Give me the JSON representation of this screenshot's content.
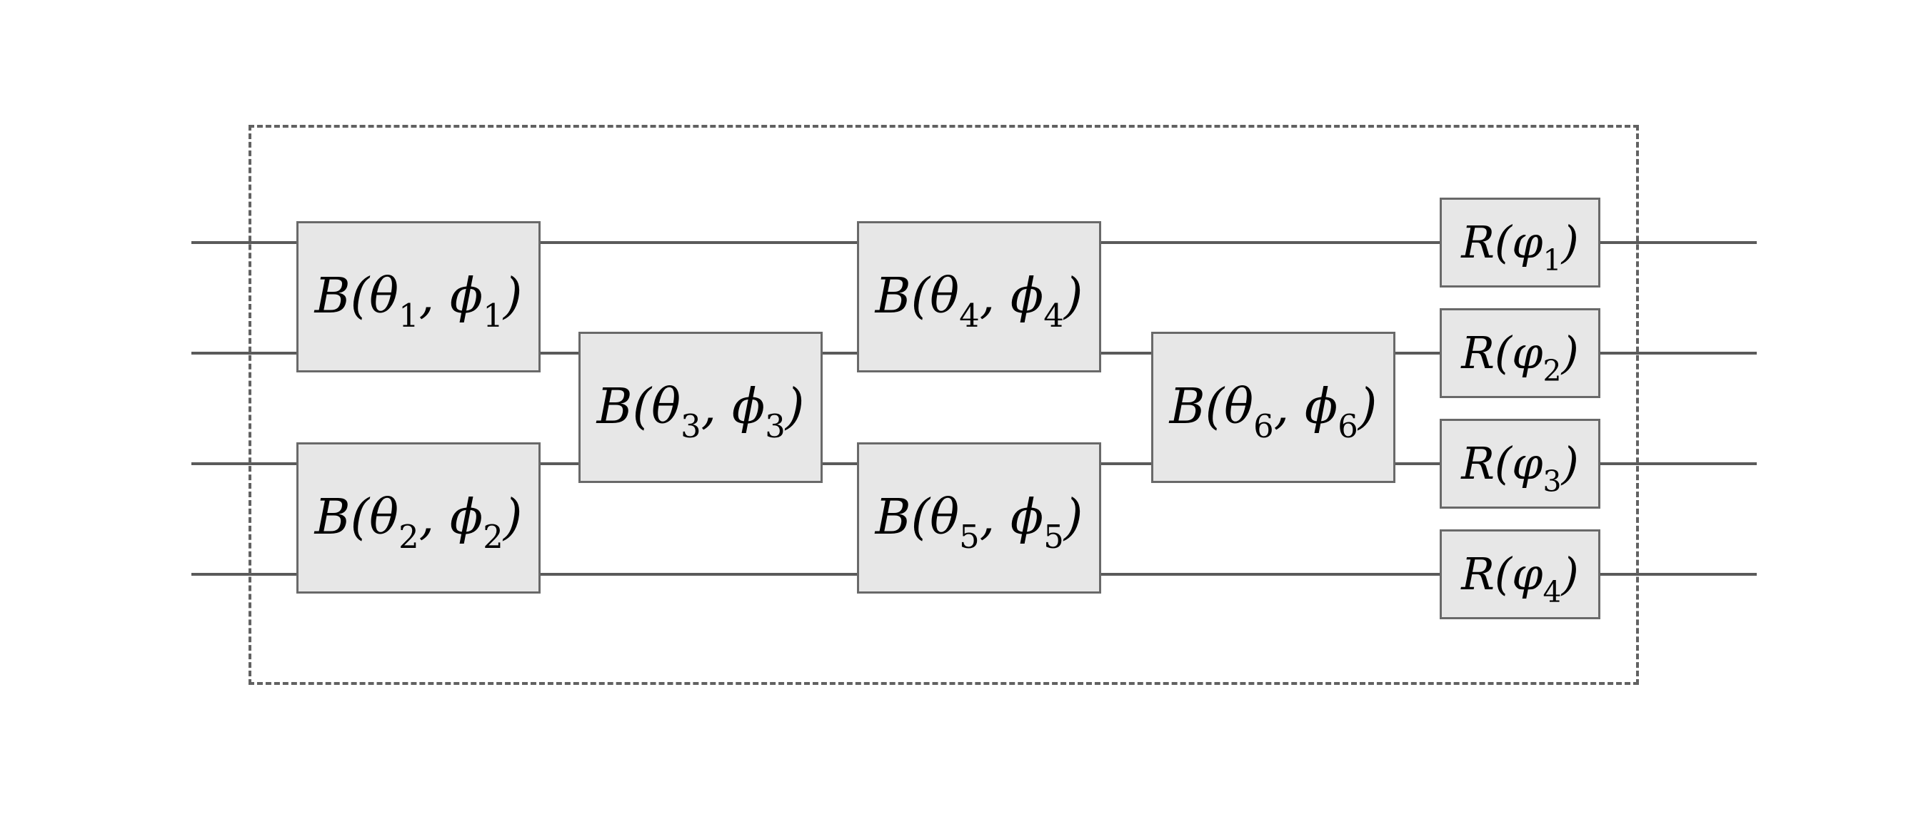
{
  "figure": {
    "type": "quantum-photonic-circuit-diagram",
    "description": "Four-mode interferometer: six two-mode beamsplitter gates in a mesh followed by single-mode phase rotations, enclosed in a dashed boundary box",
    "colors": {
      "background": "#ffffff",
      "gate_fill": "#e7e7e7",
      "gate_border": "#696969",
      "wire": "#5a5a5a",
      "dashed_border": "#616161",
      "text": "#000000"
    },
    "wire_count": 4,
    "gates": [
      {
        "label": "B(θ1, ϕ1)",
        "wires": [
          1,
          2
        ],
        "p1": "B(θ",
        "s1": "1",
        "p2": ", ϕ",
        "s2": "1",
        "p3": ")"
      },
      {
        "label": "B(θ2, ϕ2)",
        "wires": [
          3,
          4
        ],
        "p1": "B(θ",
        "s1": "2",
        "p2": ", ϕ",
        "s2": "2",
        "p3": ")"
      },
      {
        "label": "B(θ3, ϕ3)",
        "wires": [
          2,
          3
        ],
        "p1": "B(θ",
        "s1": "3",
        "p2": ", ϕ",
        "s2": "3",
        "p3": ")"
      },
      {
        "label": "B(θ4, ϕ4)",
        "wires": [
          1,
          2
        ],
        "p1": "B(θ",
        "s1": "4",
        "p2": ", ϕ",
        "s2": "4",
        "p3": ")"
      },
      {
        "label": "B(θ5, ϕ5)",
        "wires": [
          3,
          4
        ],
        "p1": "B(θ",
        "s1": "5",
        "p2": ", ϕ",
        "s2": "5",
        "p3": ")"
      },
      {
        "label": "B(θ6, ϕ6)",
        "wires": [
          2,
          3
        ],
        "p1": "B(θ",
        "s1": "6",
        "p2": ", ϕ",
        "s2": "6",
        "p3": ")"
      },
      {
        "label": "R(φ1)",
        "wires": [
          1
        ],
        "p1": "R(φ",
        "s1": "1",
        "p2": ")"
      },
      {
        "label": "R(φ2)",
        "wires": [
          2
        ],
        "p1": "R(φ",
        "s1": "2",
        "p2": ")"
      },
      {
        "label": "R(φ3)",
        "wires": [
          3
        ],
        "p1": "R(φ",
        "s1": "3",
        "p2": ")"
      },
      {
        "label": "R(φ4)",
        "wires": [
          4
        ],
        "p1": "R(φ",
        "s1": "4",
        "p2": ")"
      }
    ]
  }
}
